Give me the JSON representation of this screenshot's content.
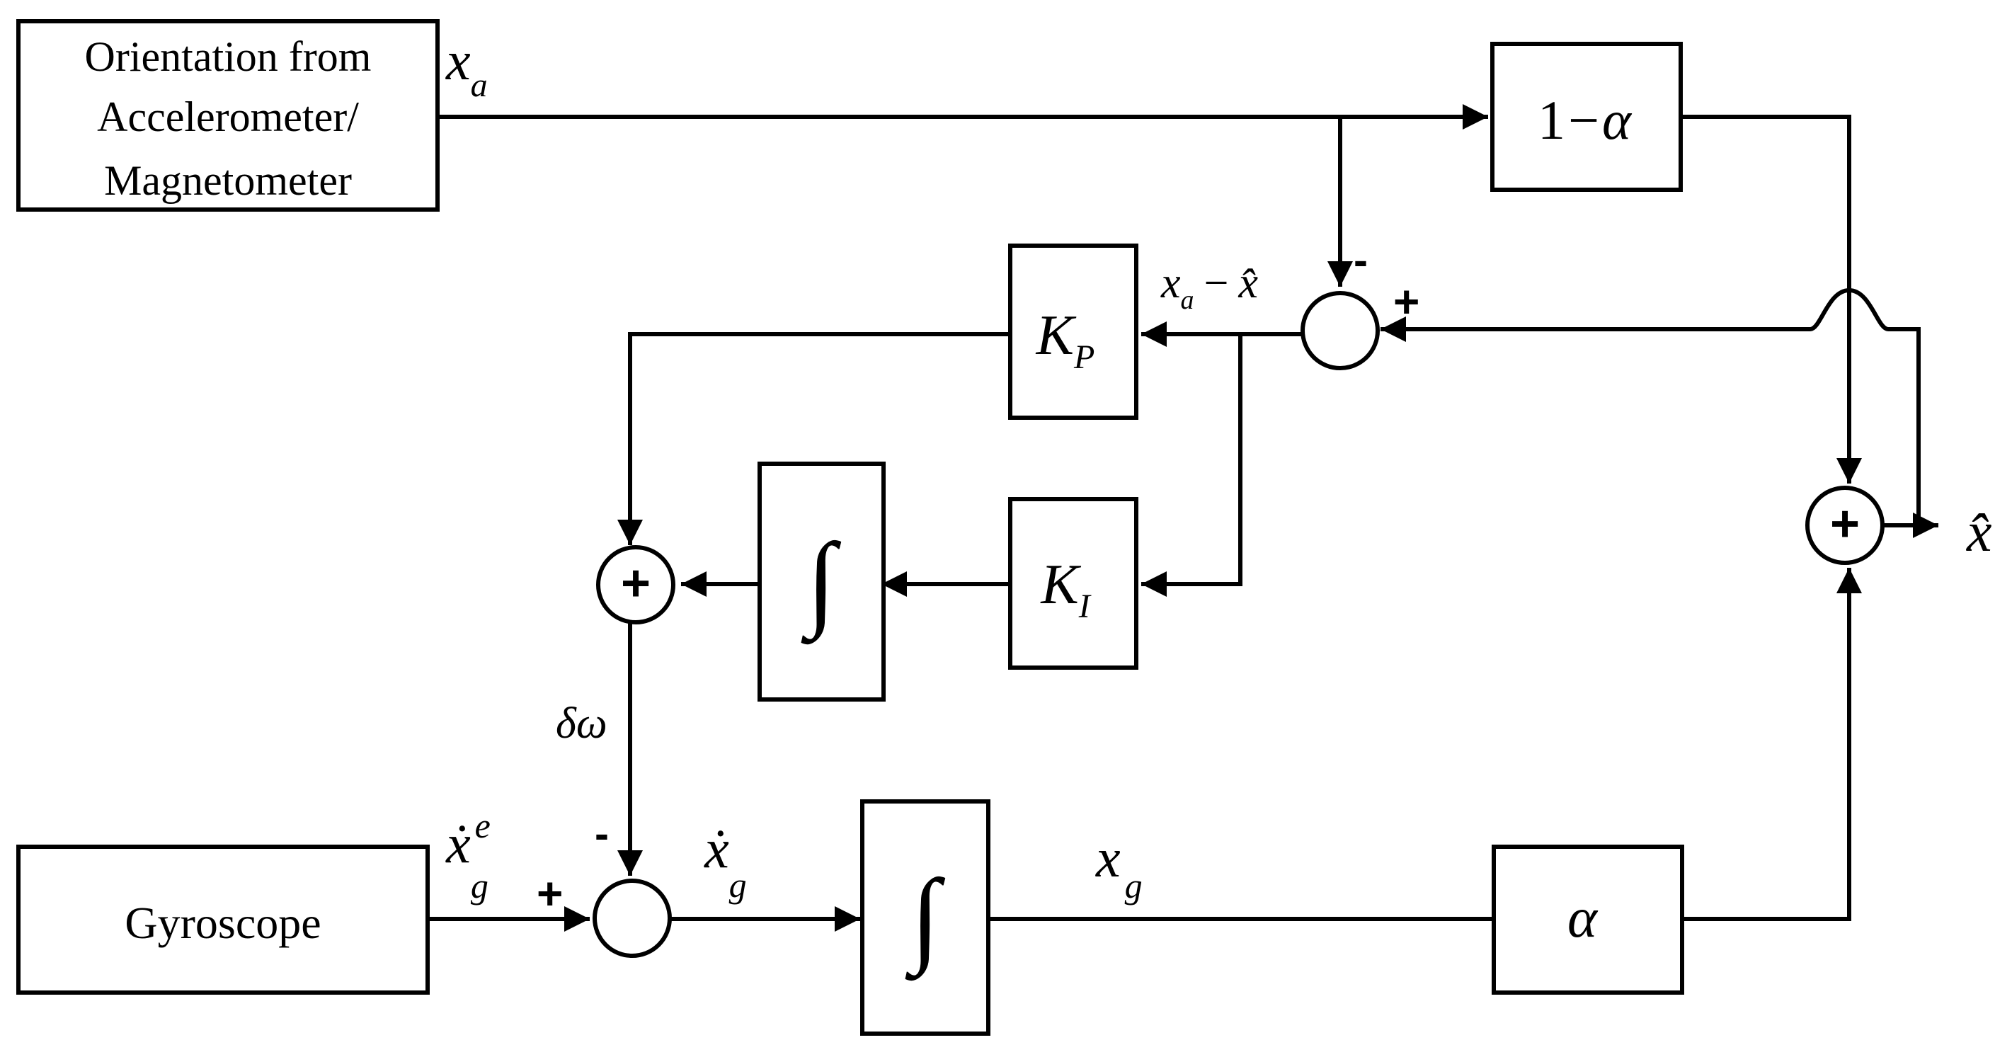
{
  "blocks": {
    "accel_line1": "Orientation from",
    "accel_line2": "Accelerometer/",
    "accel_line3": "Magnetometer",
    "gyro": "Gyroscope",
    "one_minus": "1",
    "minus_sym": "−",
    "alpha_sym": "α",
    "alpha": "α",
    "kp_base": "K",
    "kp_sub": "P",
    "ki_base": "K",
    "ki_sub": "I",
    "integral": "∫"
  },
  "summers": {
    "plus_sym": "+"
  },
  "signals": {
    "xa_base": "x",
    "xa_sub": "a",
    "err_base": "x",
    "err_sub": "a",
    "err_op": "−",
    "err_hat": "x̂",
    "dw": "δω",
    "xge_base": "ẋ",
    "xge_sup": "e",
    "xge_sub": "g",
    "xgdot_base": "ẋ",
    "xgdot_sub": "g",
    "xg_base": "x",
    "xg_sub": "g",
    "out": "x̂"
  },
  "signs": {
    "minus": "-",
    "plus": "+"
  }
}
